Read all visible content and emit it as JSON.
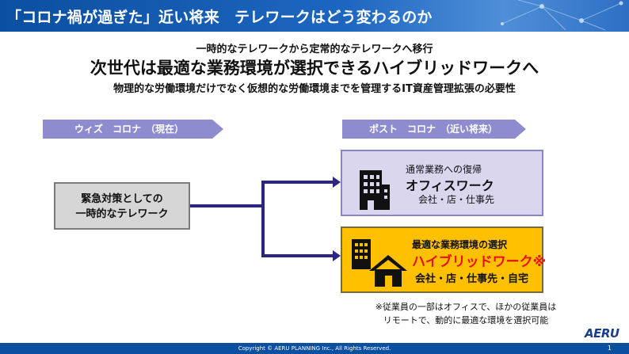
{
  "header": {
    "title": "「コロナ禍が過ぎた」近い将来　テレワークはどう変わるのか"
  },
  "intro": {
    "line1": "一時的なテレワークから定常的なテレワークへ移行",
    "line2": "次世代は最適な業務環境が選択できるハイブリッドワークへ",
    "line3": "物理的な労働環境だけでなく仮想的な労働環境までを管理するIT資産管理拡張の必要性"
  },
  "phases": {
    "left": "ウィズ　コロナ　（現在）",
    "right": "ポスト　コロナ　（近い将来）"
  },
  "current": {
    "line1": "緊急対策としての",
    "line2": "一時的なテレワーク"
  },
  "office": {
    "line1": "通常業務への復帰",
    "title": "オフィスワーク",
    "line3": "会社・店・仕事先"
  },
  "hybrid": {
    "line1": "最適な業務環境の選択",
    "title": "ハイブリッドワーク※",
    "line3": "会社・店・仕事先・自宅"
  },
  "note": {
    "line1": "※従業員の一部はオフィスで、ほかの従業員は",
    "line2": "リモートで、動的に最適な環境を選択可能"
  },
  "logo": "AERU",
  "footer": {
    "copyright": "Copyright © AERU PLANNING Inc., All Rights Reserved.",
    "page": "1"
  },
  "colors": {
    "header_blue": "#0b4fa0",
    "phase_purple": "#8e8ccf",
    "office_lavender": "#d9d6ee",
    "hybrid_yellow": "#ffc000",
    "arrow_navy": "#2b2680",
    "hybrid_title_red": "#e8101a"
  }
}
